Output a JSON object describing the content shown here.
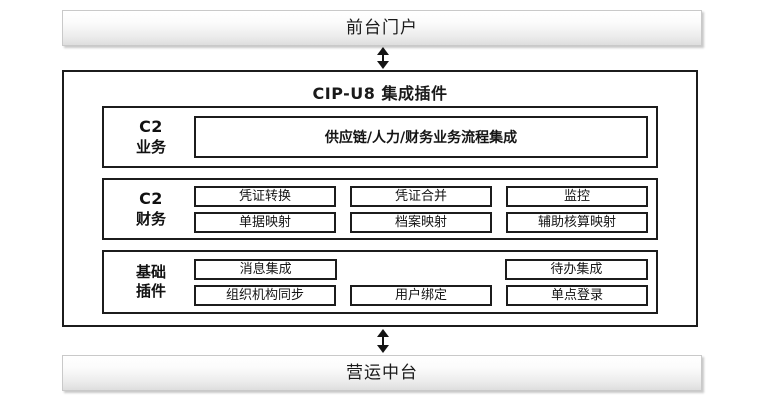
{
  "diagram": {
    "title": "CIP-U8 集成插件",
    "top_node": {
      "label": "前台门户"
    },
    "bottom_node": {
      "label": "营运中台"
    },
    "connectors": [
      {
        "name": "portal-to-plugin",
        "type": "bidirectional-arrow"
      },
      {
        "name": "plugin-to-operations",
        "type": "bidirectional-arrow"
      }
    ],
    "layers": [
      {
        "label_line1": "C2",
        "label_line2": "业务",
        "layout": "single",
        "items": [
          "供应链/人力/财务业务流程集成"
        ]
      },
      {
        "label_line1": "C2",
        "label_line2": "财务",
        "layout": "grid",
        "rows": [
          [
            "凭证转换",
            "凭证合并",
            "监控"
          ],
          [
            "单据映射",
            "档案映射",
            "辅助核算映射"
          ]
        ]
      },
      {
        "label_line1": "基础",
        "label_line2": "插件",
        "layout": "grid",
        "rows": [
          [
            "消息集成",
            "",
            "待办集成"
          ],
          [
            "组织机构同步",
            "用户绑定",
            "单点登录"
          ]
        ]
      }
    ],
    "colors": {
      "border": "#1c1c1c",
      "endbox_border": "#c9c9c9",
      "background": "#ffffff",
      "text": "#141414"
    }
  }
}
